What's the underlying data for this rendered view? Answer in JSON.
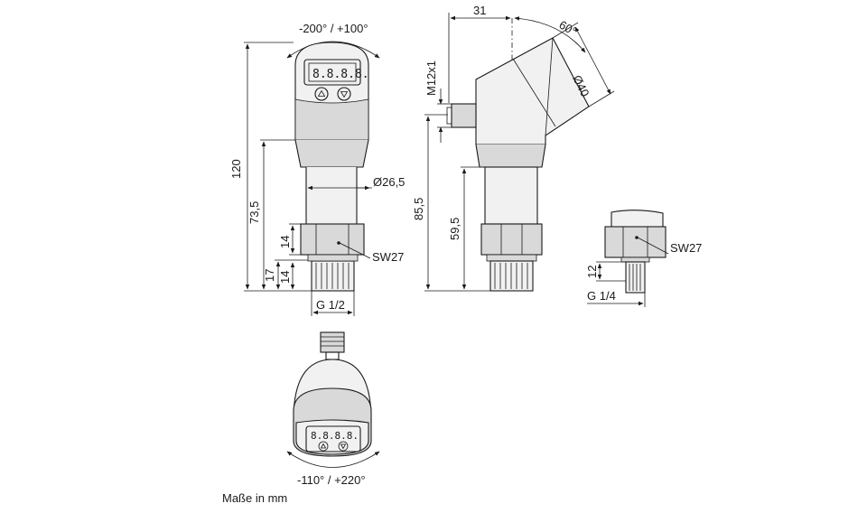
{
  "dimensions": {
    "rotation_top": "-200° / +100°",
    "height_total": "120",
    "height_body": "73,5",
    "hex_height": "14",
    "thread_total": "17",
    "thread_height": "14",
    "diameter_body": "Ø26,5",
    "wrench_size": "SW27",
    "thread_g12": "G 1/2",
    "offset_31": "31",
    "angle_60": "60°",
    "connector": "M12x1",
    "diameter_head": "Ø40",
    "height_side": "85,5",
    "height_side_body": "59,5",
    "wrench_size_small": "SW27",
    "thread_small_height": "12",
    "thread_g14": "G 1/4",
    "rotation_bottom": "-110° / +220°"
  },
  "footer": {
    "units_note": "Maße in mm"
  }
}
